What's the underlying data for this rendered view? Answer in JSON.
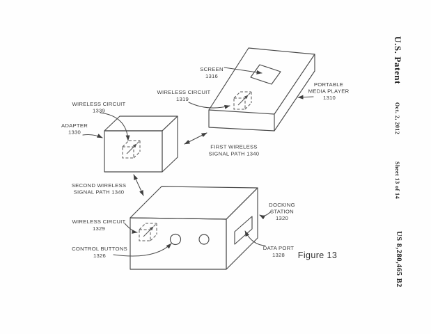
{
  "sidebar": {
    "patent_label": "U.S. Patent",
    "date": "Oct. 2, 2012",
    "sheet": "Sheet 13 of 14",
    "patent_number": "US 8,280,465 B2"
  },
  "figure": {
    "caption": "Figure 13",
    "ink_color": "#4a4a4a",
    "text_color": "#3c3c3c",
    "labels": {
      "screen": {
        "line1": "SCREEN",
        "ref": "1316"
      },
      "portable_media_player": {
        "line1": "PORTABLE",
        "line2": "MEDIA PLAYER",
        "ref": "1310"
      },
      "wireless_circuit_player": {
        "line1": "WIRELESS CIRCUIT",
        "ref": "1319"
      },
      "wireless_circuit_adapter": {
        "line1": "WIRELESS CIRCUIT",
        "ref": "1339"
      },
      "adapter": {
        "line1": "ADAPTER",
        "ref": "1330"
      },
      "first_path": {
        "line1": "FIRST WIRELESS",
        "line2": "SIGNAL PATH 1340"
      },
      "second_path": {
        "line1": "SECOND WIRELESS",
        "line2": "SIGNAL PATH 1340"
      },
      "wireless_circuit_dock": {
        "line1": "WIRELESS CIRCUIT",
        "ref": "1329"
      },
      "control_buttons": {
        "line1": "CONTROL BUTTONS",
        "ref": "1326"
      },
      "docking_station": {
        "line1": "DOCKING",
        "line2": "STATION",
        "ref": "1320"
      },
      "data_port": {
        "line1": "DATA PORT",
        "ref": "1328"
      }
    }
  }
}
